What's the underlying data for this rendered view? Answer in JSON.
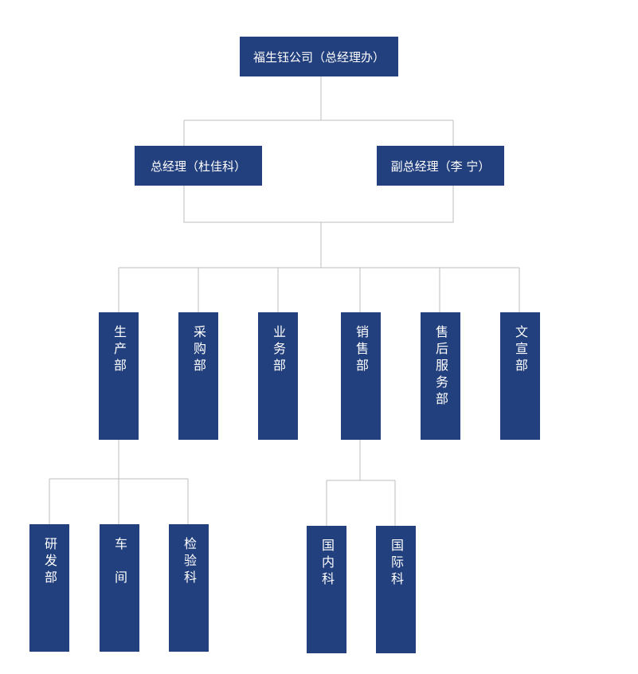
{
  "org_chart": {
    "top": "福生钰公司（总经理办）",
    "managers": [
      "总经理（杜佳科）",
      "副总经理（李 宁）"
    ],
    "departments": [
      "生产部",
      "采购部",
      "业务部",
      "销售部",
      "售后服务部",
      "文宣部"
    ],
    "production_units": [
      "研发部",
      "车　间",
      "检验科"
    ],
    "sales_units": [
      "国内科",
      "国际科"
    ]
  },
  "colors": {
    "box_fill": "#223f7e",
    "box_text": "#ffffff",
    "connector": "#bdbdbd",
    "background": "#ffffff"
  }
}
